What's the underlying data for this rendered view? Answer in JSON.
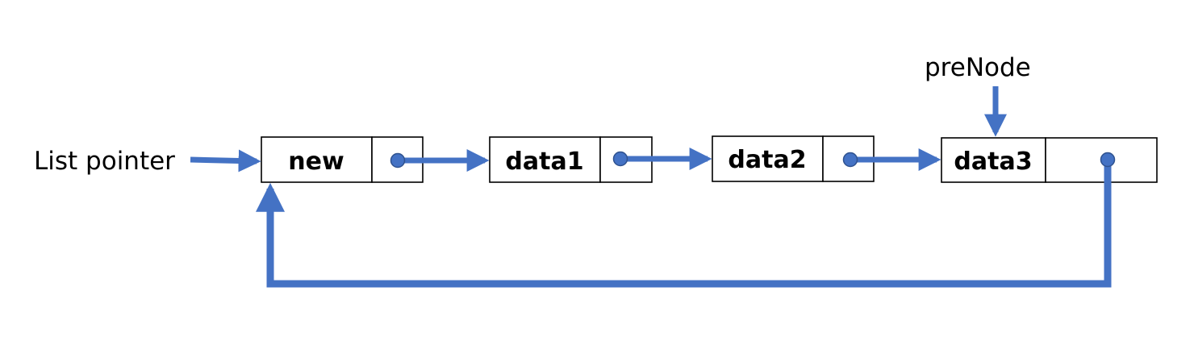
{
  "labels": {
    "list_pointer": "List pointer",
    "pre_node": "preNode"
  },
  "nodes": [
    {
      "data": "new"
    },
    {
      "data": "data1"
    },
    {
      "data": "data2"
    },
    {
      "data": "data3"
    }
  ],
  "colors": {
    "arrow": "#4472c4",
    "pointer_dot": "#4472c4",
    "box_border": "#000000",
    "text": "#000000"
  }
}
